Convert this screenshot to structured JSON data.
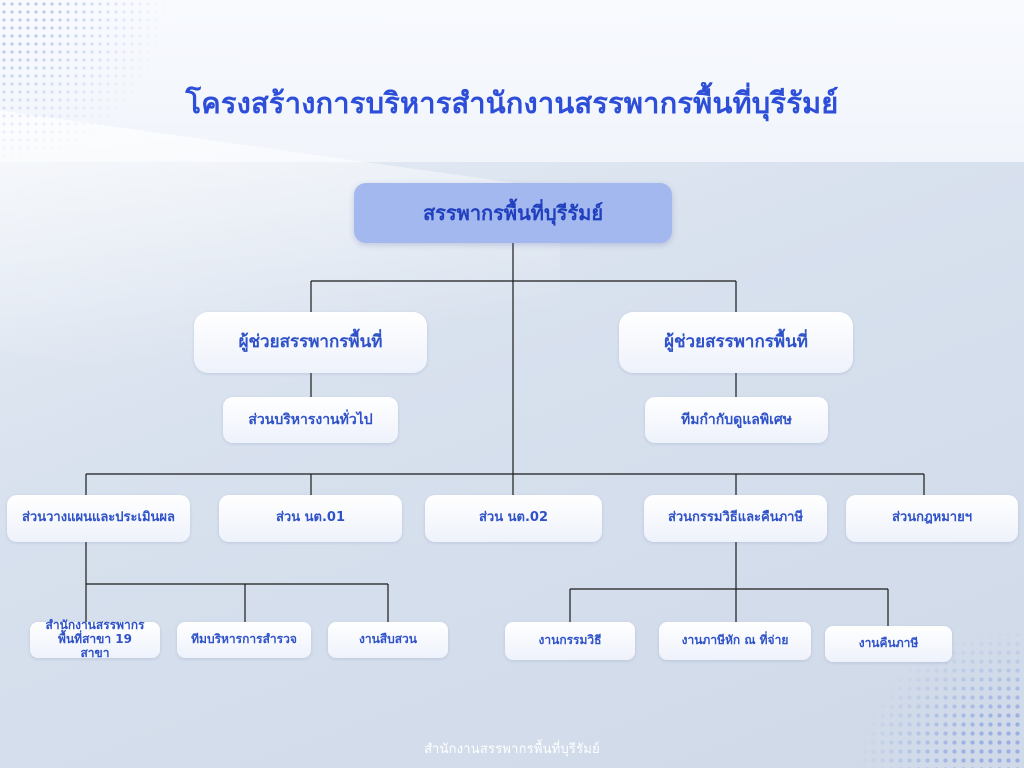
{
  "title": "โครงสร้างการบริหารสำนักงานสรรพากรพื้นที่บุรีรัมย์",
  "footer": "สำนักงานสรรพากรพื้นที่บุรีรัมย์",
  "colors": {
    "title": "#2d4ed8",
    "root_fill": "#a3b8ee",
    "node_fill": "#ffffff",
    "node_text": "#2f52c9",
    "connector": "#1b1b1b"
  },
  "org": {
    "root": "สรรพากรพื้นที่บุรีรัมย์",
    "assistant_left": "ผู้ช่วยสรรพากรพื้นที่",
    "assistant_right": "ผู้ช่วยสรรพากรพื้นที่",
    "admin_division": "ส่วนบริหารงานทั่วไป",
    "special_team": "ทีมกำกับดูแลพิเศษ",
    "divisions": [
      "ส่วนวางแผนและประเมินผล",
      "ส่วน นต.01",
      "ส่วน นต.02",
      "ส่วนกรรมวิธีและคืนภาษี",
      "ส่วนกฎหมายฯ"
    ],
    "planning_units": [
      "สำนักงานสรรพากร พื้นที่สาขา 19 สาขา",
      "ทีมบริหารการสำรวจ",
      "งานสืบสวน"
    ],
    "process_units": [
      "งานกรรมวิธี",
      "งานภาษีหัก ณ ที่จ่าย",
      "งานคืนภาษี"
    ]
  }
}
